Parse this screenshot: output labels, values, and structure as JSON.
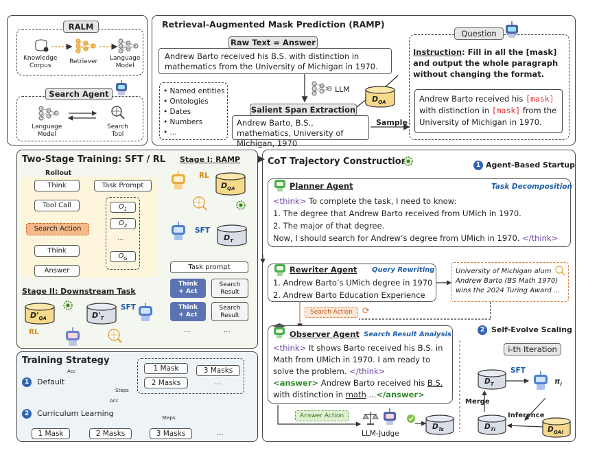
{
  "ralm": {
    "title": "RALM",
    "knowledge": "Knowledge\nCorpus",
    "retriever": "Retriever",
    "lm": "Language\nModel",
    "search_agent": "Search Agent",
    "lm2": "Language\nModel",
    "search_tool": "Search\nTool"
  },
  "ramp": {
    "title": "Retrieval-Augmented Mask Prediction (RAMP)",
    "raw_header": "Raw Text = Answer",
    "raw_text": "Andrew Barto received his B.S. with distinction in mathematics from the University of Michigan in 1970.",
    "list": [
      "Named entities",
      "Ontologies",
      "Dates",
      "Numbers",
      "..."
    ],
    "llm": "LLM",
    "salient_header": "Salient Span Extraction",
    "salient_text": "Andrew Barto, B.S., mathematics, University of Michigan, 1970",
    "dqa": "D",
    "dqa_sub": "QA",
    "sample": "Sample",
    "question_label": "Question",
    "instruction_label": "Instruction",
    "instruction_text": ": Fill in all the [mask] and output the whole paragraph without changing the format.",
    "masked_a": "Andrew Barto received his ",
    "mask": "[mask]",
    "masked_b": " with distinction in ",
    "masked_c": " from the University of Michigan in 1970."
  },
  "training": {
    "title": "Two-Stage Training: SFT / RL",
    "rollout": "Rollout",
    "think": "Think",
    "task_prompt": "Task Prompt",
    "tool_call": "Tool Call",
    "search_action": "Search Action",
    "think2": "Think",
    "answer": "Answer",
    "o": [
      "O",
      "O",
      "...",
      "O"
    ],
    "o_sub": [
      "1",
      "2",
      "",
      "G"
    ],
    "stage1": "Stage I: RAMP",
    "rl": "RL",
    "sft": "SFT",
    "dqa": "D",
    "dqa_sub": "QA",
    "dt": "D",
    "dt_sub": "T",
    "task_prompt2": "Task prompt",
    "think_act": "Think\n+ Act",
    "search_result": "Search\nResult",
    "ellipsis": "...",
    "stage2": "Stage II: Downstream Task",
    "dprime_qa": "D'",
    "dprime_qa_sub": "QA",
    "dprime_t": "D'",
    "dprime_t_sub": "T",
    "sft2": "SFT",
    "rl2": "RL"
  },
  "strategy": {
    "title": "Training Strategy",
    "default": "Default",
    "curriculum": "Curriculum Learning",
    "acc": "Acc",
    "steps": "Steps",
    "masks": [
      "1 Mask",
      "3 Masks",
      "2 Masks",
      "..."
    ],
    "seq": [
      "1 Mask",
      "2 Masks",
      "3 Masks",
      "..."
    ],
    "n1": "1",
    "n2": "2"
  },
  "cot": {
    "title": "CoT Trajectory Construction",
    "startup_num": "1",
    "startup": "Agent-Based Startup",
    "planner": "Planner Agent",
    "task_decomp": "Task Decomposition",
    "planner_think_open": "<think>",
    "planner_l1": " To complete the task, I need to know:",
    "planner_l2": "1. The degree that Andrew Barto received from UMich in 1970.",
    "planner_l3": "2. The major of that degree.",
    "planner_l4": "Now, I should search for Andrew’s degree from UMich in 1970. ",
    "planner_think_close": "</think>",
    "rewriter": "Rewriter Agent",
    "query_rewriting": "Query Rewriting",
    "rew_l1": "1. Andrew Barto’s UMich degree in 1970",
    "rew_l2": "2. Andrew Barto Education Experience",
    "result_l1": "University of Michigan alum",
    "result_l2": "Andrew Barto (BS Math 1970)",
    "result_l3": "wins the 2024 Turing Award ...",
    "search_action": "Search Action",
    "observer": "Observer Agent",
    "search_analysis": "Search Result Analysis",
    "obs_think": "<think>",
    "obs_l1": " It shows Barto received his B.S. in",
    "obs_l2": "Math from UMich in 1970. I am ready to",
    "obs_l3": "solve the problem. ",
    "obs_think_close": "</think>",
    "obs_answer": "<answer>",
    "obs_l4": " Andrew Barto received his ",
    "obs_bs": "B.S.",
    "obs_l5": "with distinction in ",
    "obs_math": "math",
    "obs_l5b": " ...",
    "obs_answer_close": "</answer>",
    "answer_action": "Answer Action",
    "llm_judge": "LLM-Judge",
    "dts": "D",
    "dts_sub": "Ts",
    "evolve_num": "2",
    "evolve": "Self-Evolve Scaling",
    "iteration": "i-th Iteration",
    "dt": "D",
    "dt_sub": "T",
    "sft": "SFT",
    "pi": "π",
    "pi_sub": "i",
    "merge": "Merge",
    "inference": "Inference",
    "dti": "D",
    "dti_sub": "Ti",
    "dqai": "D",
    "dqai_sub": "QAi"
  },
  "colors": {
    "red_mask": "#d33333",
    "blue_label": "#1f5ea8",
    "green_tag": "#2f8a2a",
    "orange_fill": "#fde7d6",
    "yellow_fill": "#fdf6dc",
    "dark_blue_box": "#5b72b3"
  }
}
